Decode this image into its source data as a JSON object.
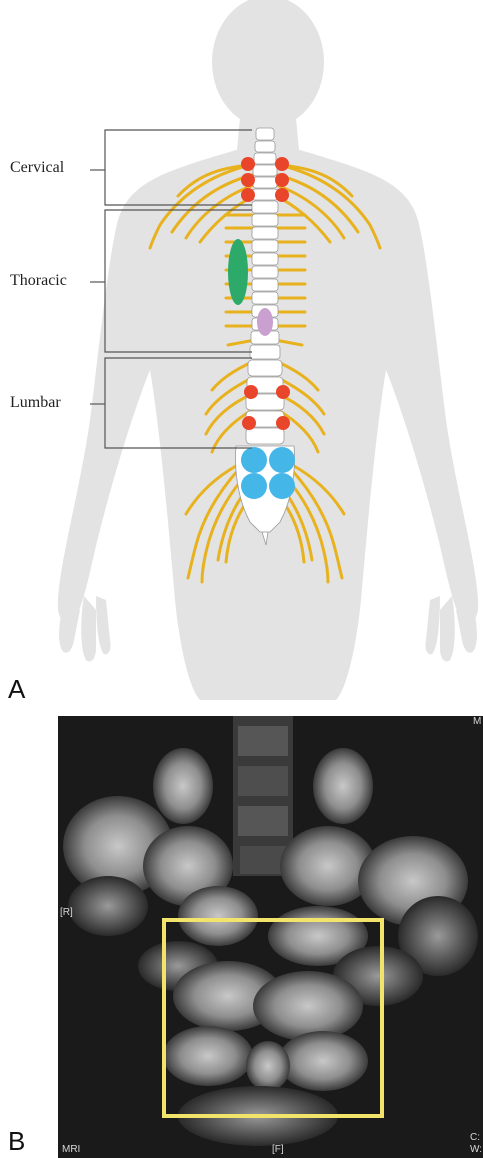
{
  "panel_a": {
    "letter": "A",
    "regions": [
      {
        "label": "Cervical"
      },
      {
        "label": "Thoracic"
      },
      {
        "label": "Lumbar"
      }
    ],
    "colors": {
      "silhouette": "#e3e3e3",
      "nerve": "#e8b21e",
      "spine": "#ffffff",
      "marker_red": "#e8452b",
      "marker_green": "#2daa6a",
      "marker_pink": "#c9a0d0",
      "marker_blue": "#45b6e8",
      "bracket": "#555555"
    }
  },
  "panel_b": {
    "letter": "B",
    "tags": {
      "left_side": "[R]",
      "bottom_left": "MRI",
      "bottom_center": "[F]",
      "bottom_right_1": "C:",
      "bottom_right_2": "W:",
      "top_right": "M"
    },
    "colors": {
      "background": "#1a1a1a",
      "highlight_box": "#f2e36a"
    }
  }
}
